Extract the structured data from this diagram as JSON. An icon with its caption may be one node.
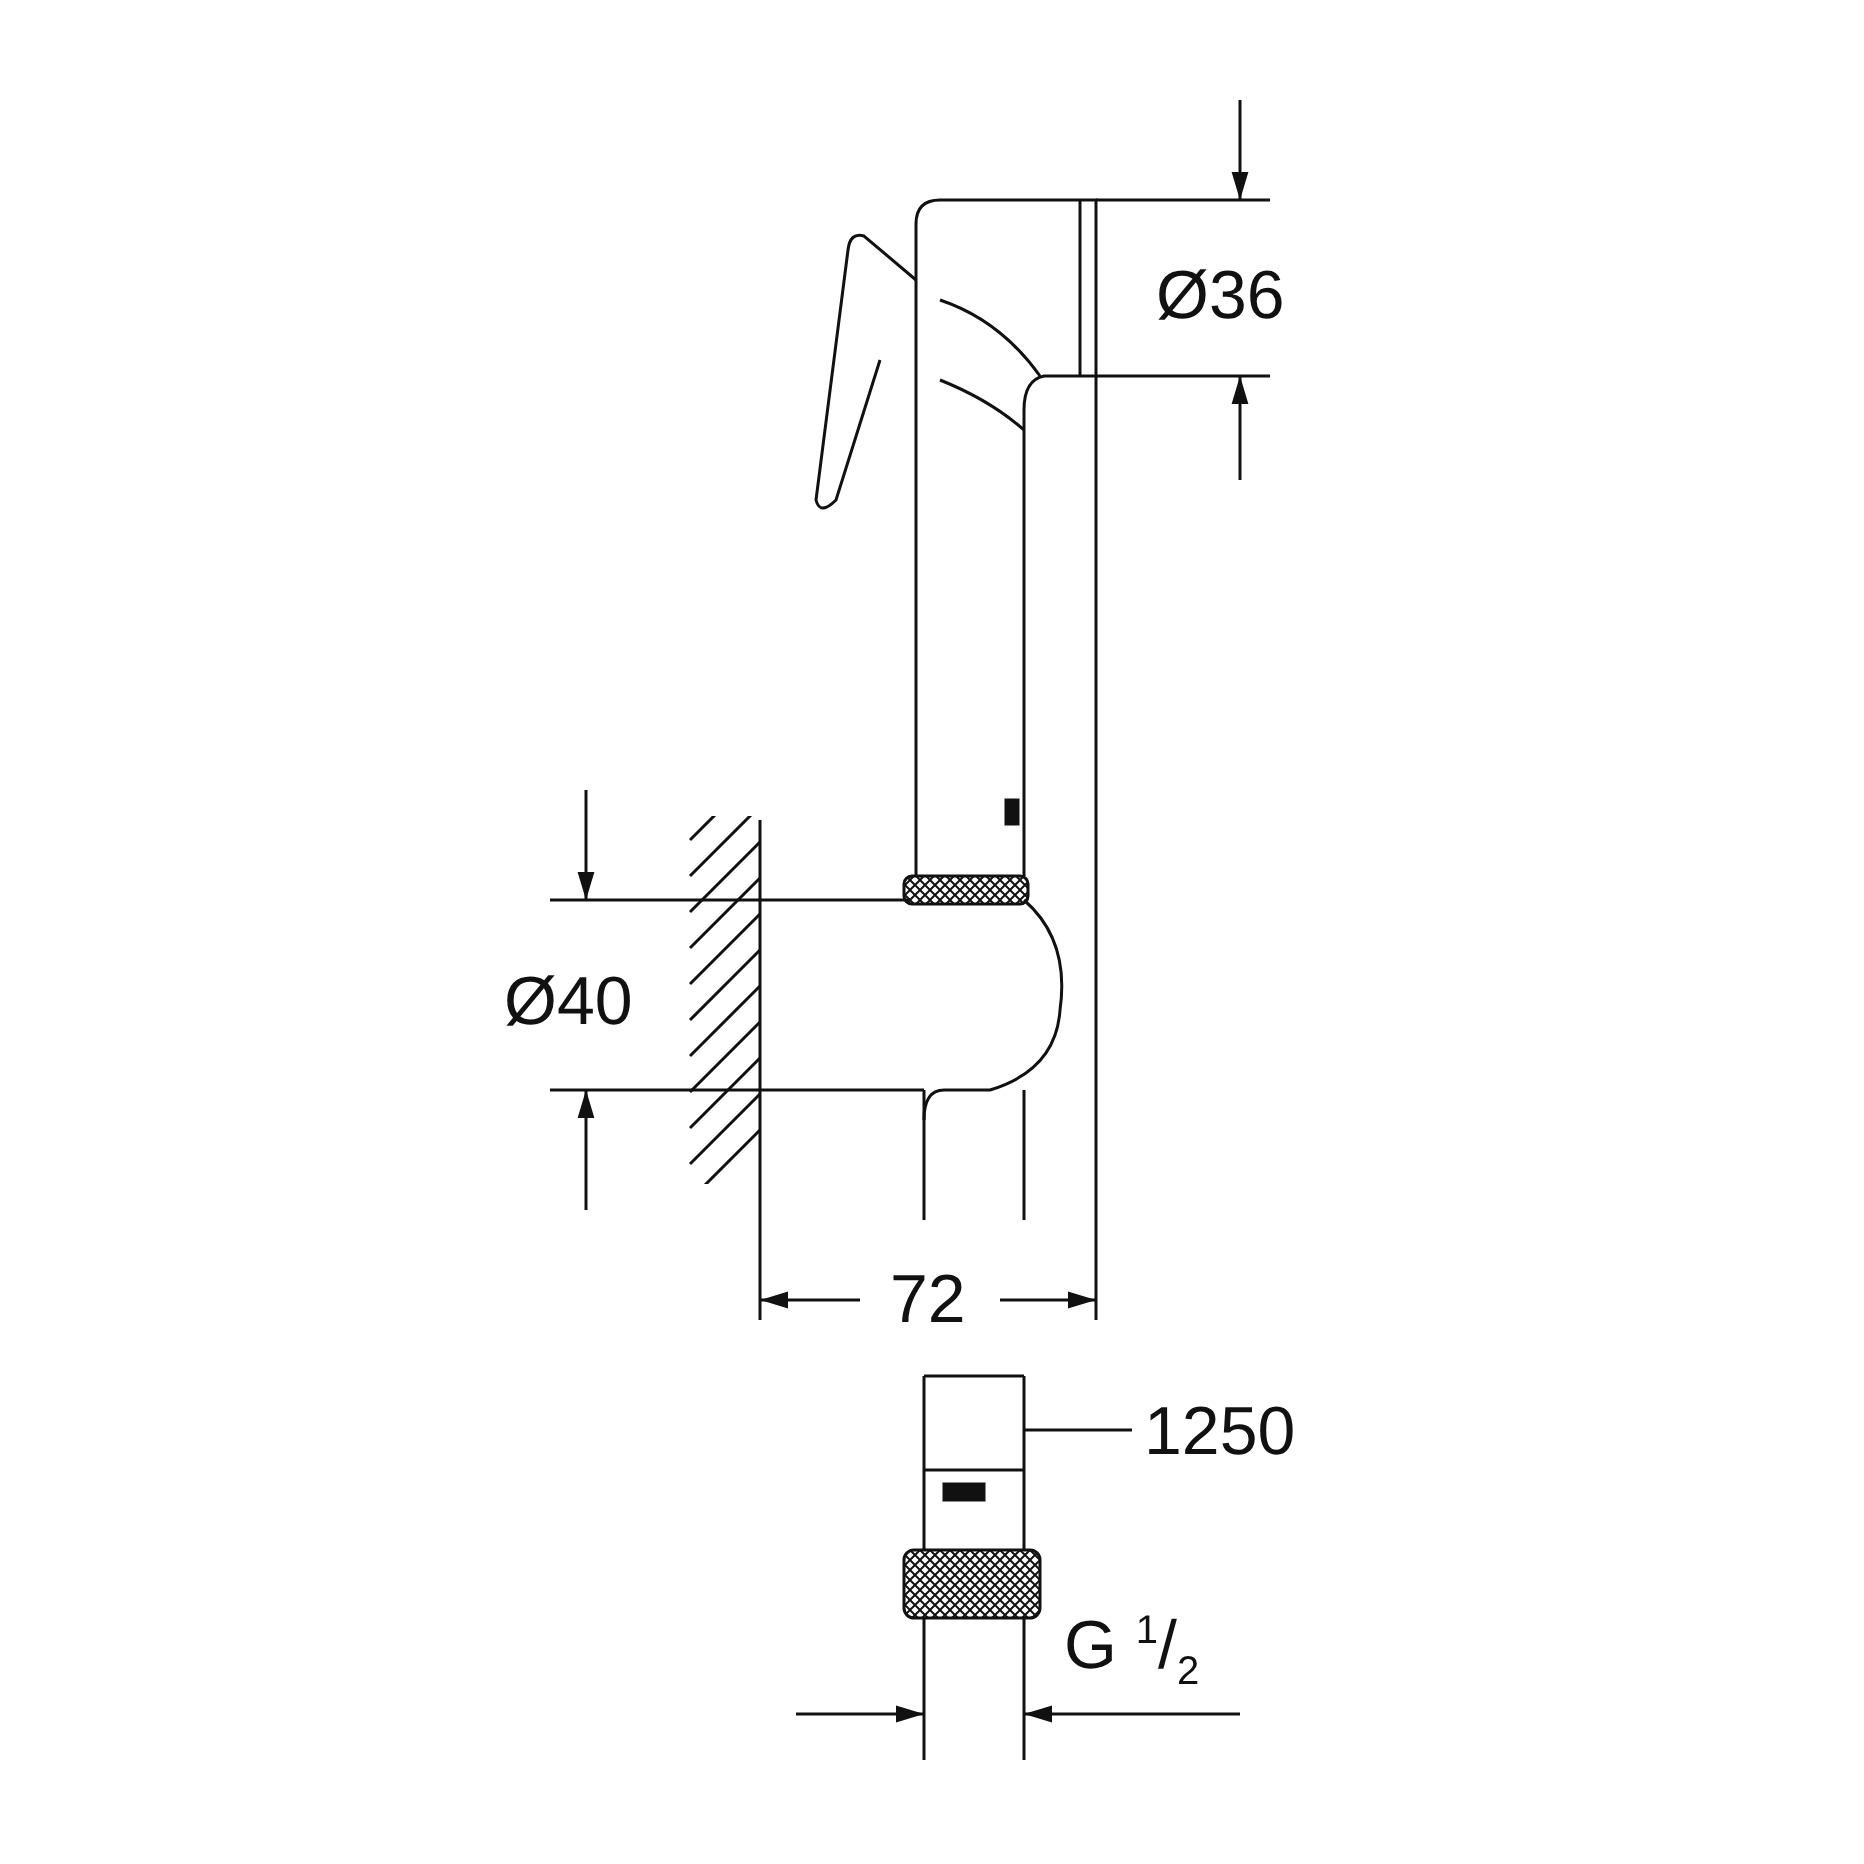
{
  "diagram": {
    "nodes": [
      {
        "text": [
          "1250"
        ]
      },
      {
        "text": [],
        "shape": "picture"
      }
    ],
    "edges": [
      {
        "from": 0,
        "to": 1,
        "arrow": "none"
      }
    ],
    "labels": [
      "Ø36",
      "Ø40",
      "72",
      "G $^{1}$/$_{2}$"
    ]
  }
}
